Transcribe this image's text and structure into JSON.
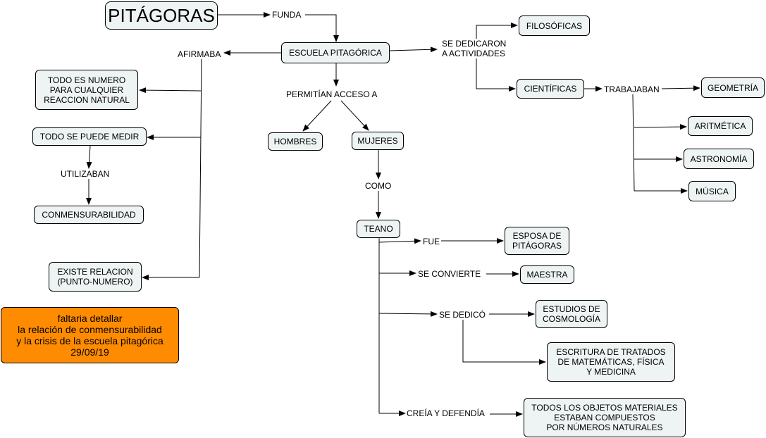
{
  "nodes": {
    "pitagoras": "PITÁGORAS",
    "escuela": "ESCUELA PITAGÓRICA",
    "filosoficas": "FILOSÓFICAS",
    "cientificas": "CIENTÍFICAS",
    "geometria": "GEOMETRÍA",
    "aritmetica": "ARITMÉTICA",
    "astronomia": "ASTRONOMÍA",
    "musica": "MÚSICA",
    "todo_numero": "TODO ES NUMERO\n PARA CUALQUIER\nREACCION NATURAL",
    "todo_medir": "TODO SE PUEDE MEDIR",
    "conmensurabilidad": "CONMENSURABILIDAD",
    "existe_relacion": "EXISTE RELACION\n(PUNTO-NUMERO)",
    "hombres": "HOMBRES",
    "mujeres": "MUJERES",
    "teano": "TEANO",
    "esposa": "ESPOSA DE\nPITÁGORAS",
    "maestra": "MAESTRA",
    "cosmologia": "ESTUDIOS DE\nCOSMOLOGÍA",
    "tratados": "ESCRITURA DE TRATADOS\n DE MATEMÁTICAS, FÍSICA\nY MEDICINA",
    "objetos": "TODOS LOS OBJETOS MATERIALES\nESTABAN COMPUESTOS\nPOR NÚMEROS NATURALES"
  },
  "links": {
    "funda": "FUNDA",
    "afirmaba": "AFIRMABA",
    "se_dedicaron": "SE DEDICARON\n A ACTIVIDADES",
    "trabajaban": "TRABAJABAN",
    "permitian": "PERMITÍAN ACCESO A",
    "utilizaban": "UTILIZABAN",
    "como": "COMO",
    "fue": "FUE",
    "se_convierte": "SE CONVIERTE",
    "se_dedico": "SE DEDICÓ",
    "creia": "CREÍA Y DEFENDÍA"
  },
  "note": {
    "text": "faltaria detallar\nla relación de conmensurabilidad\ny la crisis de la escuela pitagórica\n29/09/19",
    "color": "#ff8c00"
  },
  "colors": {
    "node_fill": "#eef3f3",
    "line": "#000000"
  }
}
